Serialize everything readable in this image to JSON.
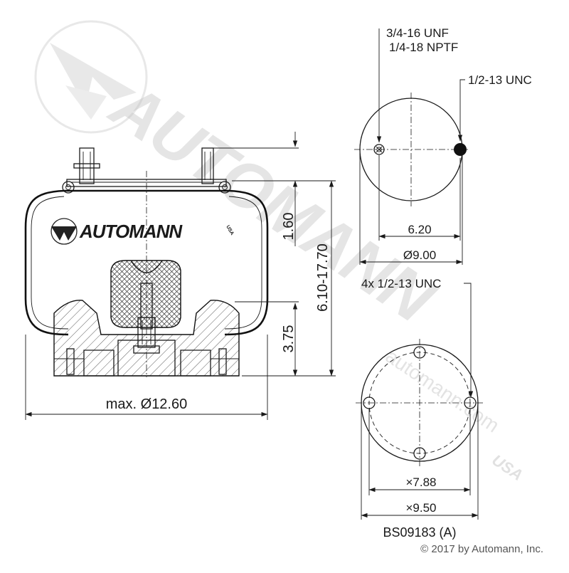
{
  "watermark": {
    "brand_text": "AUTOMANN",
    "suffix_text": "USA",
    "url_text": "automann.com"
  },
  "logo": {
    "brand_text": "AUTOMANN",
    "suffix_text": "USA"
  },
  "dimensions": {
    "max_diameter": "max. Ø12.60",
    "top_height": "1.60",
    "height_range": "6.10-17.70",
    "bottom_height": "3.75",
    "top_bolt_spacing": "6.20",
    "top_plate_diameter": "Ø9.00",
    "bolt_circle_diameter": "×7.88",
    "base_diameter": "×9.50"
  },
  "callouts": {
    "air_fitting_line1": "3/4-16 UNF",
    "air_fitting_line2": "1/4-18 NPTF",
    "top_stud_thread": "1/2-13 UNC",
    "bottom_holes": "4x 1/2-13 UNC"
  },
  "part_number": "BS09183 (A)",
  "copyright": "© 2017 by Automann, Inc."
}
